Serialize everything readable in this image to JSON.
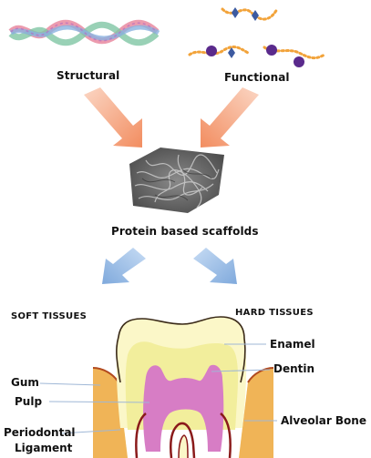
{
  "labels": {
    "structural": "Structural",
    "functional": "Functional",
    "scaffolds": "Protein based scaffolds",
    "soft_tissues": "SOFT TISSUES",
    "hard_tissues": "HARD TISSUES",
    "enamel": "Enamel",
    "dentin": "Dentin",
    "gum": "Gum",
    "pulp": "Pulp",
    "periodontal_line1": "Periodontal",
    "periodontal_line2": "Ligament",
    "alveolar_bone": "Alveolar Bone"
  },
  "colors": {
    "orange_arrow": "#f4a07a",
    "blue_arrow": "#8fb6e3",
    "enamel": "#fbf7c8",
    "dentin": "#f2ee9c",
    "pulp": "#d77dc5",
    "gum": "#f0b457",
    "bone": "#f4eca0",
    "root_line": "#8a1a1a"
  }
}
